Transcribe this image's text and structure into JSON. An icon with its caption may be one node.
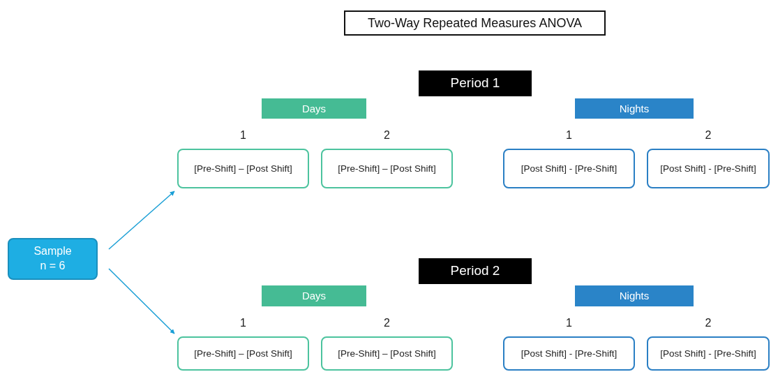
{
  "diagram": {
    "title": "Two-Way Repeated Measures ANOVA",
    "nodes": [
      {
        "text": [
          "Period 1"
        ]
      },
      {
        "text": [
          "Days"
        ]
      },
      {
        "text": [
          "Nights"
        ]
      },
      {
        "text": [
          "[Pre-Shift] – [Post Shift]"
        ],
        "beside": [
          "1"
        ]
      },
      {
        "text": [
          "[Pre-Shift] – [Post Shift]"
        ],
        "beside": [
          "2"
        ]
      },
      {
        "text": [
          "[Post Shift] - [Pre-Shift]"
        ],
        "beside": [
          "1"
        ]
      },
      {
        "text": [
          "[Post Shift] - [Pre-Shift]"
        ],
        "beside": [
          "2"
        ]
      },
      {
        "text": [
          "Sample",
          "n = 6"
        ]
      },
      {
        "text": [
          "Period 2"
        ]
      },
      {
        "text": [
          "Days"
        ]
      },
      {
        "text": [
          "Nights"
        ]
      },
      {
        "text": [
          "[Pre-Shift] – [Post Shift]"
        ],
        "beside": [
          "1"
        ]
      },
      {
        "text": [
          "[Pre-Shift] – [Post Shift]"
        ],
        "beside": [
          "2"
        ]
      },
      {
        "text": [
          "[Post Shift] - [Pre-Shift]"
        ],
        "beside": [
          "1"
        ]
      },
      {
        "text": [
          "[Post Shift] - [Pre-Shift]"
        ],
        "beside": [
          "2"
        ]
      }
    ],
    "edges": [
      {
        "from": 7,
        "to": 3,
        "arrow": "to"
      },
      {
        "from": 7,
        "to": 11,
        "arrow": "to"
      }
    ]
  }
}
